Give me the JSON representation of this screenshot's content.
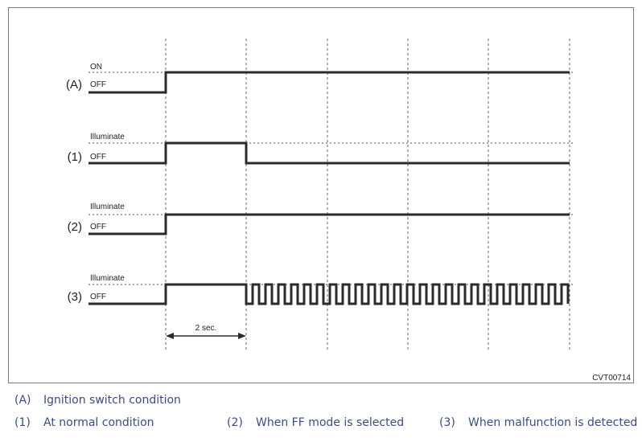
{
  "figure_code": "CVT00714",
  "time_label": "2 sec.",
  "signals": [
    {
      "id": "(A)",
      "high_label": "ON",
      "low_label": "OFF",
      "pattern": "step"
    },
    {
      "id": "(1)",
      "high_label": "Illuminate",
      "low_label": "OFF",
      "pattern": "pulse"
    },
    {
      "id": "(2)",
      "high_label": "Illuminate",
      "low_label": "OFF",
      "pattern": "step"
    },
    {
      "id": "(3)",
      "high_label": "Illuminate",
      "low_label": "OFF",
      "pattern": "pulse-blink"
    }
  ],
  "legend": [
    {
      "code": "(A)",
      "text": "Ignition switch condition"
    },
    {
      "code": "(1)",
      "text": "At normal condition"
    },
    {
      "code": "(2)",
      "text": "When FF mode is selected"
    },
    {
      "code": "(3)",
      "text": "When malfunction is detected"
    }
  ],
  "colors": {
    "signal": "#2b2b2b",
    "legend": "#3c4a8c",
    "frame": "#7a7a7a"
  }
}
